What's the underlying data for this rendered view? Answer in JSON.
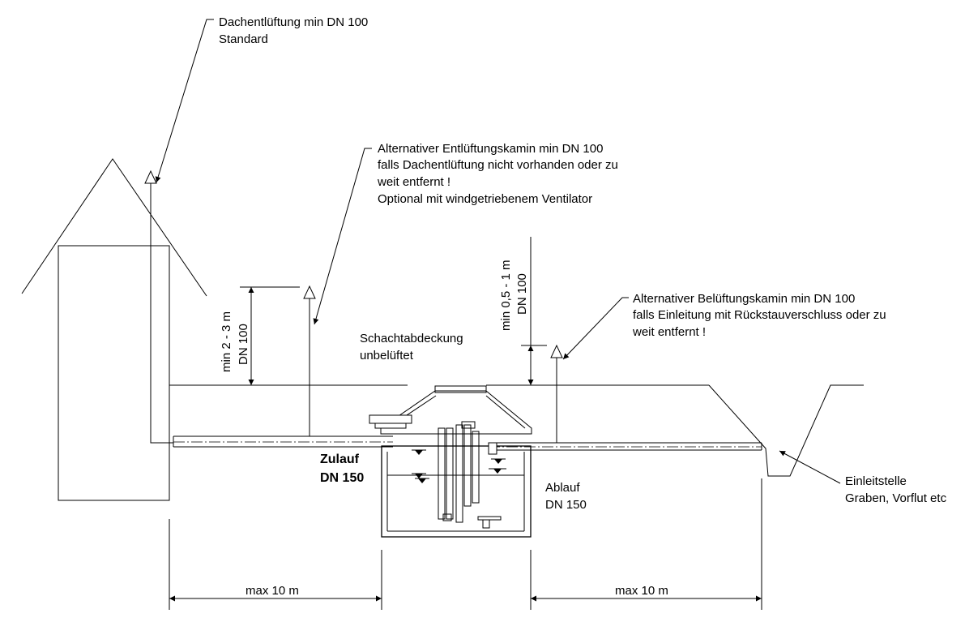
{
  "labels": {
    "roof_vent_line1": "Dachentlüftung min DN 100",
    "roof_vent_line2": "Standard",
    "alt_exhaust_line1": "Alternativer Entlüftungskamin min DN 100",
    "alt_exhaust_line2": "falls Dachentlüftung nicht vorhanden oder zu",
    "alt_exhaust_line3": "weit entfernt !",
    "alt_exhaust_line4": "Optional mit windgetriebenem Ventilator",
    "alt_intake_line1": "Alternativer Belüftungskamin min DN 100",
    "alt_intake_line2": "falls Einleitung mit Rückstauverschluss oder zu",
    "alt_intake_line3": "weit entfernt !",
    "cover_line1": "Schachtabdeckung",
    "cover_line2": "unbelüftet",
    "inlet_line1": "Zulauf",
    "inlet_line2": "DN 150",
    "outlet_line1": "Ablauf",
    "outlet_line2": "DN 150",
    "discharge_line1": "Einleitstelle",
    "discharge_line2": "Graben, Vorflut etc",
    "height_left_line1": "min 2 - 3 m",
    "height_left_line2": "DN 100",
    "height_right_line1": "min 0,5 - 1 m",
    "height_right_line2": "DN 100",
    "dist_left": "max 10 m",
    "dist_right": "max 10 m"
  }
}
